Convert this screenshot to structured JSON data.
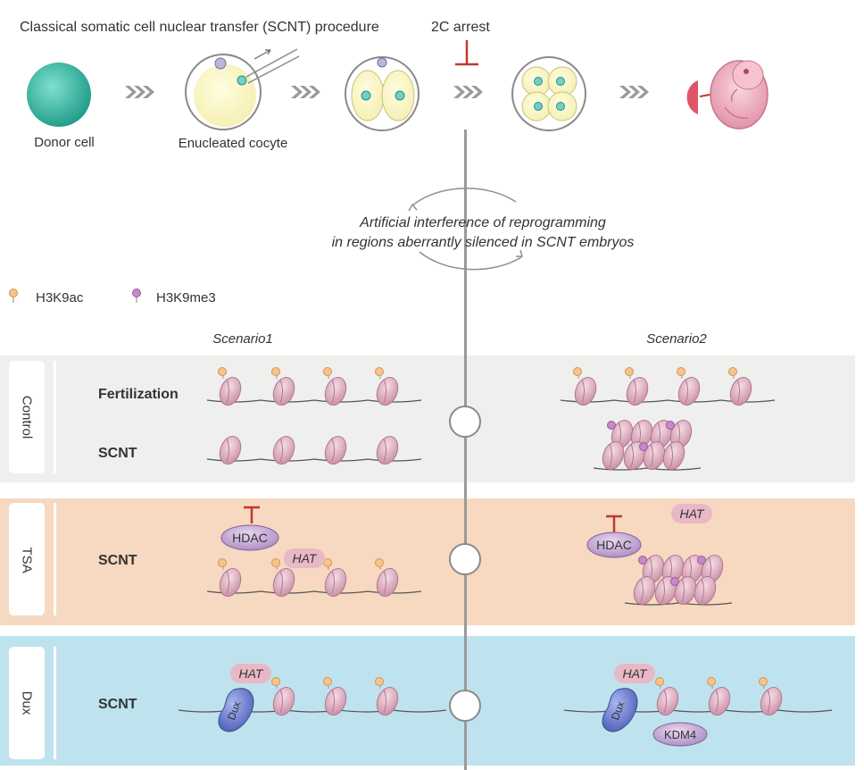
{
  "header": {
    "title": "Classical somatic cell nuclear transfer (SCNT) procedure",
    "arrest_label": "2C arrest"
  },
  "cells": {
    "donor_label": "Donor cell",
    "oocyte_label": "Enucleated cocyte"
  },
  "cycle": {
    "line1": "Artificial interference of reprogramming",
    "line2": "in regions aberrantly silenced in SCNT embryos"
  },
  "legend": {
    "h3k9ac": "H3K9ac",
    "h3k9me3": "H3K9me3"
  },
  "scenarios": {
    "s1": "Scenario1",
    "s2": "Scenario2"
  },
  "panels": {
    "control": {
      "tab": "Control",
      "row1": "Fertilization",
      "row2": "SCNT"
    },
    "tsa": {
      "tab": "TSA",
      "row1": "SCNT"
    },
    "dux": {
      "tab": "Dux",
      "row1": "SCNT"
    }
  },
  "proteins": {
    "hdac": "HDAC",
    "hat": "HAT",
    "kdm4": "KDM4",
    "dux": "Dux"
  },
  "colors": {
    "control_bg": "#efefee",
    "tsa_bg": "#f6d9c0",
    "dux_bg": "#bfe3ee",
    "nucleosome": "#e3b4c4",
    "h3k9ac": "#f6c48c",
    "h3k9me3": "#c589c8",
    "inhibit": "#c0392b"
  }
}
